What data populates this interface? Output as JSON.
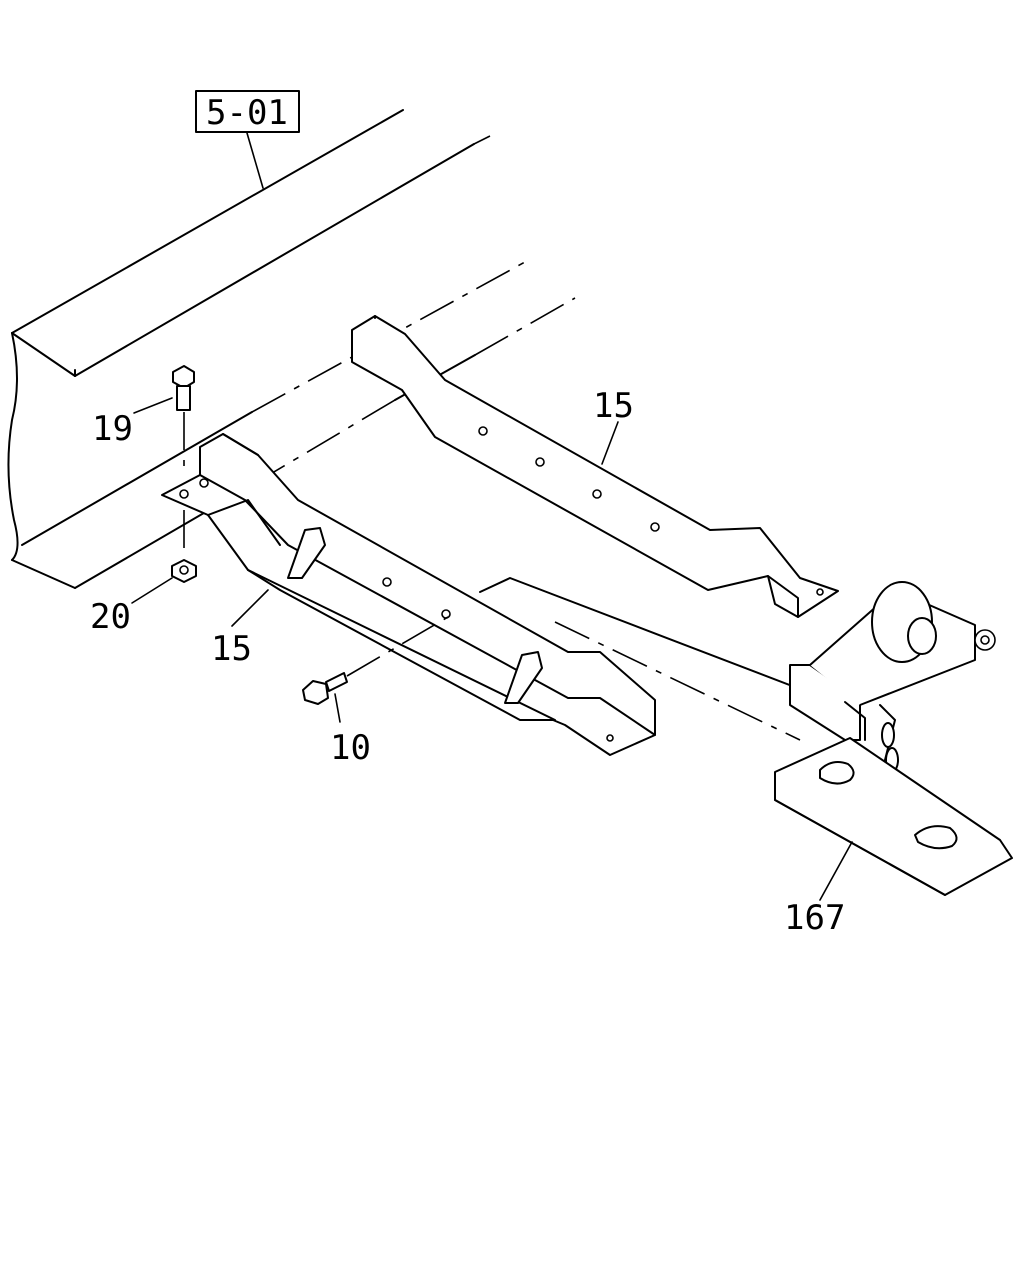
{
  "ref_box": "5-01",
  "labels": {
    "bolt_top": "19",
    "nut": "20",
    "front_crossmember": "15",
    "rear_crossmember": "15",
    "bolt_side": "10",
    "spare_tire_carrier": "167"
  }
}
